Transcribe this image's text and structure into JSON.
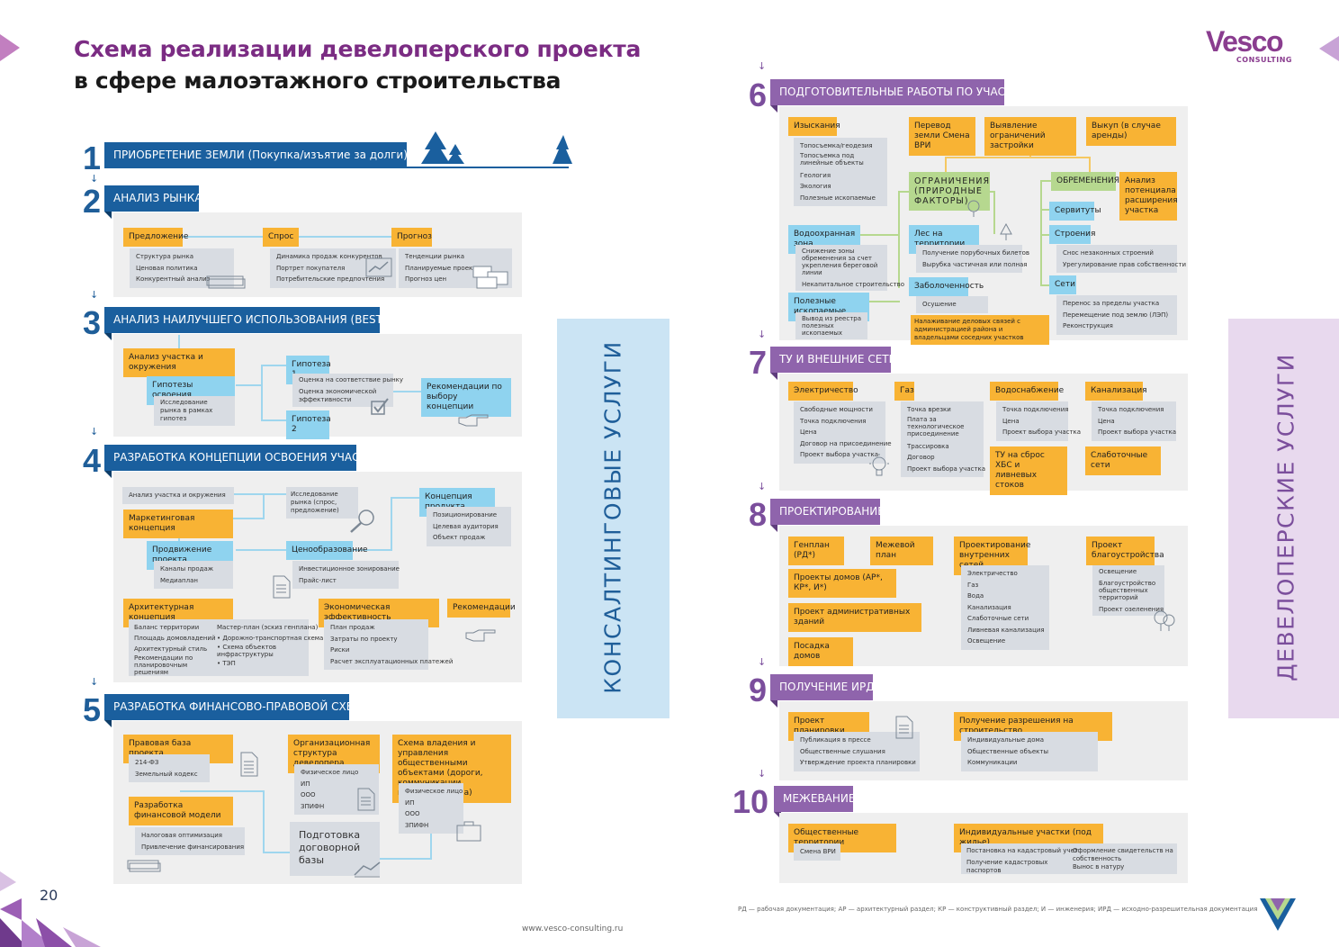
{
  "title_line1": "Схема реализации девелоперского проекта",
  "title_line2": "в сфере малоэтажного строительства",
  "logo": {
    "brand": "Vesco",
    "sub": "CONSULTING"
  },
  "page_number": "20",
  "website": "www.vesco-consulting.ru",
  "footnote": "РД — рабочая документация; АР — архитектурный раздел; КР — конструктивный раздел; И — инженерия; ИРД — исходно-разрешительная документация",
  "side_left": "КОНСАЛТИНГОВЫЕ УСЛУГИ",
  "side_right": "ДЕВЕЛОПЕРСКИЕ УСЛУГИ",
  "s1": {
    "num": "1",
    "title": "ПРИОБРЕТЕНИЕ ЗЕМЛИ (Покупка/изъятие за долги)"
  },
  "s2": {
    "num": "2",
    "title": "АНАЛИЗ РЫНКА",
    "a": {
      "label": "Предложение",
      "items": [
        "Структура рынка",
        "Ценовая политика",
        "Конкурентный анализ"
      ]
    },
    "b": {
      "label": "Спрос",
      "items": [
        "Динамика продаж конкурентов",
        "Портрет покупателя",
        "Потребительские предпочтения"
      ]
    },
    "c": {
      "label": "Прогноз",
      "items": [
        "Тенденции рынка",
        "Планируемые проекты",
        "Прогноз цен"
      ]
    }
  },
  "s3": {
    "num": "3",
    "title": "АНАЛИЗ НАИЛУЧШЕГО ИСПОЛЬЗОВАНИЯ (BEST USE)",
    "site": "Анализ участка и окружения",
    "hyp": "Гипотезы освоения",
    "hyp_sub": "Исследование рынка в рамках гипотез",
    "h1": "Гипотеза 1",
    "h2": "Гипотеза 2",
    "eval1": "Оценка на соответствие рынку",
    "eval2": "Оценка экономической эффективности",
    "rec": "Рекомендации по выбору концепции"
  },
  "s4": {
    "num": "4",
    "title": "РАЗРАБОТКА КОНЦЕПЦИИ ОСВОЕНИЯ УЧАСТКА",
    "site": "Анализ участка и окружения",
    "research": "Исследование рынка (спрос, предложение)",
    "product": "Концепция продукта",
    "product_items": [
      "Позиционирование",
      "Целевая аудитория",
      "Объект продаж"
    ],
    "marketing": "Маркетинговая концепция",
    "promo": "Продвижение проекта",
    "promo_items": [
      "Каналы продаж",
      "Медиаплан"
    ],
    "pricing": "Ценообразование",
    "pricing_items": [
      "Инвестиционное зонирование",
      "Прайс-лист"
    ],
    "arch": "Архитектурная концепция",
    "arch_items_a": [
      "Баланс территории",
      "Площадь домовладений",
      "Архитектурный стиль",
      "Рекомендации по планировочным решениям"
    ],
    "arch_master": "Мастер-план (эскиз генплана)",
    "arch_items_b": [
      "Дорожно-транспортная схема",
      "Схема объектов инфраструктуры",
      "ТЭП"
    ],
    "eco": "Экономическая эффективность",
    "eco_items": [
      "План продаж",
      "Затраты по проекту",
      "Риски",
      "Расчет эксплуатационных платежей"
    ],
    "rec": "Рекомендации"
  },
  "s5": {
    "num": "5",
    "title": "РАЗРАБОТКА ФИНАНСОВО-ПРАВОВОЙ СХЕМЫ",
    "legal": "Правовая база проекта",
    "legal_items": [
      "214-ФЗ",
      "Земельный кодекс"
    ],
    "org": "Организационная структура девелопера",
    "org_items": [
      "Физическое лицо",
      "ИП",
      "ООО",
      "ЗПИФН"
    ],
    "own": "Схема владения и управления общественными объектами (дороги, коммуникации, инфраструктура)",
    "own_items": [
      "Физическое лицо",
      "ИП",
      "ООО",
      "ЗПИФН"
    ],
    "fin": "Разработка финансовой модели",
    "fin_items": [
      "Налоговая оптимизация",
      "Привлечение финансирования"
    ],
    "contract": "Подготовка договорной базы"
  },
  "s6": {
    "num": "6",
    "title": "ПОДГОТОВИТЕЛЬНЫЕ РАБОТЫ ПО УЧАСТКУ",
    "survey": "Изыскания",
    "survey_items": [
      "Топосъемка/геодезия",
      "Топосъемка под линейные объекты",
      "Геология",
      "Экология",
      "Полезные ископаемые"
    ],
    "transfer": "Перевод земли Смена ВРИ",
    "limits": "Выявление ограничений застройки",
    "buyout": "Выкуп (в случае аренды)",
    "natural": "ОГРАНИЧЕНИЯ (ПРИРОДНЫЕ ФАКТОРЫ)",
    "encumbrance": "ОБРЕМЕНЕНИЯ",
    "potential": "Анализ потенциала расширения участка",
    "water": "Водоохранная зона",
    "water_items": [
      "Снижение зоны обременения за счет укрепления береговой линии",
      "Некапитальное строительство"
    ],
    "forest": "Лес на территории",
    "forest_items": [
      "Получение порубочных билетов",
      "Вырубка частичная или полная"
    ],
    "servitude": "Сервитуты",
    "buildings": "Строения",
    "buildings_items": [
      "Снос незаконных строений",
      "Урегулирование прав собственности"
    ],
    "swamp": "Заболоченность",
    "swamp_items": [
      "Осушение"
    ],
    "minerals": "Полезные ископаемые",
    "minerals_items": [
      "Вывод из реестра полезных ископаемых"
    ],
    "networks": "Сети",
    "networks_items": [
      "Перенос за пределы участка",
      "Перемещение под землю (ЛЭП)",
      "Реконструкция"
    ],
    "relations": "Налаживание деловых связей с администрацией района и владельцами соседних участков"
  },
  "s7": {
    "num": "7",
    "title": "ТУ И ВНЕШНИЕ СЕТИ",
    "el": "Электричество",
    "el_items": [
      "Свободные мощности",
      "Точка подключения",
      "Цена",
      "Договор на присоединение",
      "Проект выбора участка"
    ],
    "gas": "Газ",
    "gas_items": [
      "Точка врезки",
      "Плата за технологическое присоединение",
      "Трассировка",
      "Договор",
      "Проект выбора участка"
    ],
    "water": "Водоснабжение",
    "water_items": [
      "Точка подключения",
      "Цена",
      "Проект выбора участка"
    ],
    "sewer": "Канализация",
    "sewer_items": [
      "Точка подключения",
      "Цена",
      "Проект выбора участка"
    ],
    "drain": "ТУ на сброс ХБС и ливневых стоков",
    "low": "Слаботочные сети"
  },
  "s8": {
    "num": "8",
    "title": "ПРОЕКТИРОВАНИЕ",
    "genplan": "Генплан (РД*)",
    "boundary": "Межевой план",
    "houses": "Проекты домов (АР*, КР*, И*)",
    "admin": "Проект административных зданий",
    "planting": "Посадка домов",
    "inner": "Проектирование внутренних сетей",
    "inner_items": [
      "Электричество",
      "Газ",
      "Вода",
      "Канализация",
      "Слаботочные сети",
      "Ливневая канализация",
      "Освещение"
    ],
    "landscape": "Проект благоустройства",
    "landscape_items": [
      "Освещение",
      "Благоустройство общественных территорий",
      "Проект озеленения"
    ]
  },
  "s9": {
    "num": "9",
    "title": "ПОЛУЧЕНИЕ ИРД*",
    "plan": "Проект планировки",
    "plan_items": [
      "Публикация в прессе",
      "Общественные слушания",
      "Утверждение проекта планировки"
    ],
    "permit": "Получение разрешения на строительство",
    "permit_items": [
      "Индивидуальные дома",
      "Общественные объекты",
      "Коммуникации"
    ]
  },
  "s10": {
    "num": "10",
    "title": "МЕЖЕВАНИЕ",
    "public": "Общественные территории",
    "public_items": [
      "Смена ВРИ"
    ],
    "private": "Индивидуальные участки (под жилье)",
    "private_items_a": [
      "Постановка на кадастровый учет",
      "Получение кадастровых паспортов"
    ],
    "private_items_b": [
      "Оформление свидетельств на собственность",
      "Вынос в натуру"
    ]
  },
  "colors": {
    "blue": "#1a5f9e",
    "purple": "#8f64ac",
    "orange": "#f8b334",
    "light_blue": "#8fd3ef",
    "green": "#b6d88f",
    "panel": "#efefef"
  }
}
